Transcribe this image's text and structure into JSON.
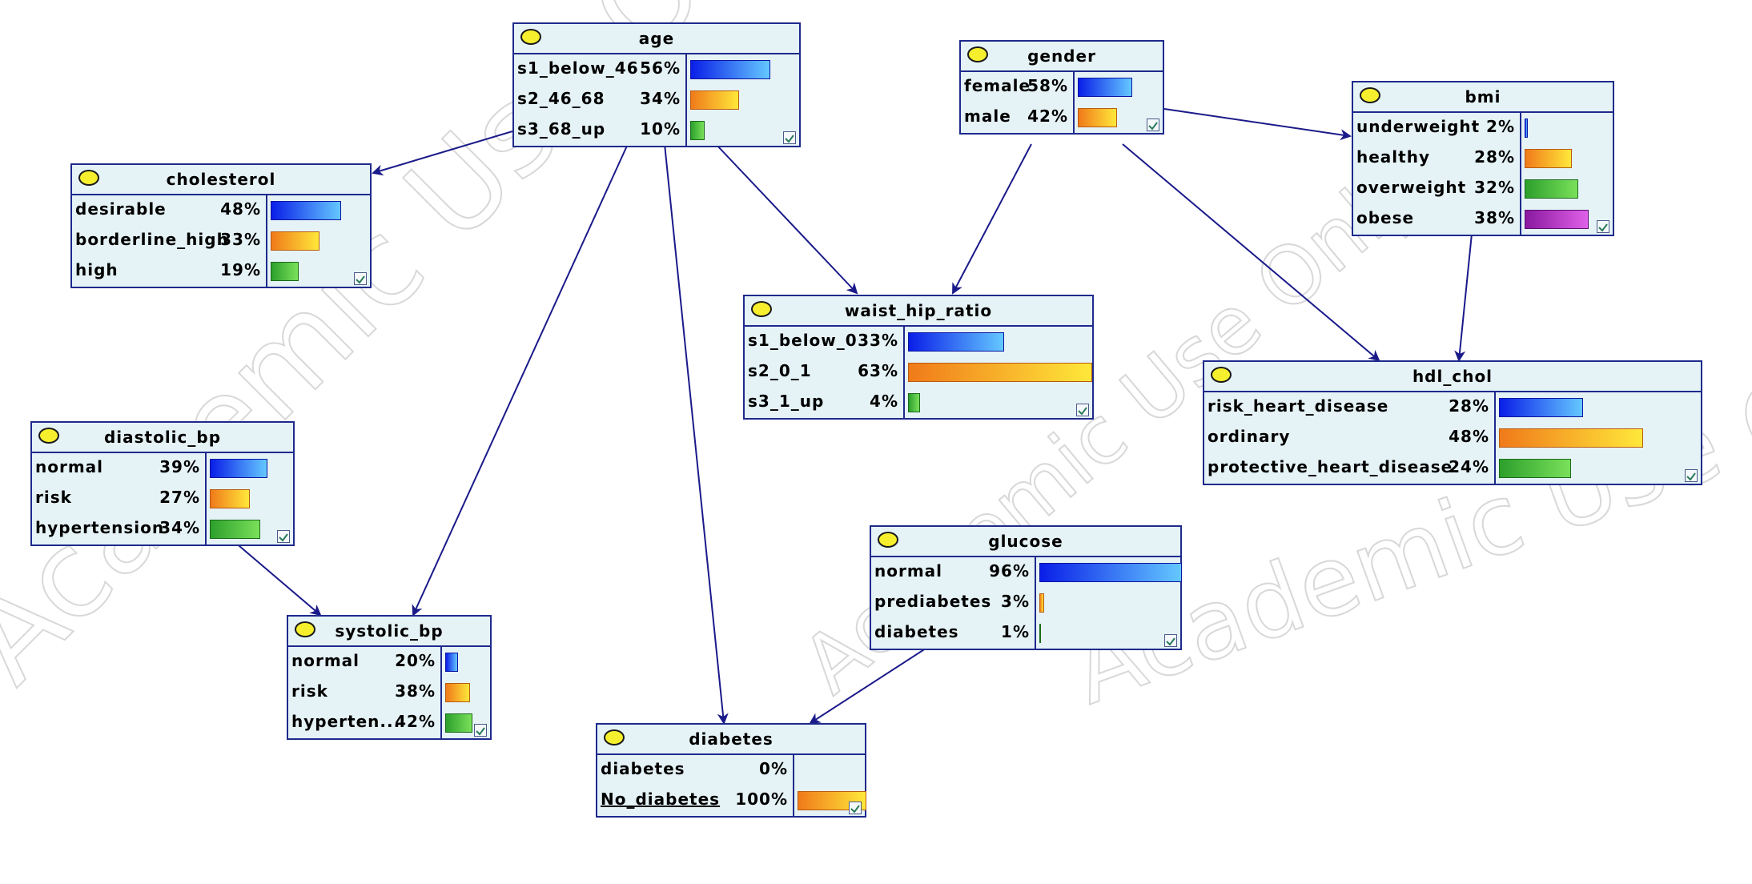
{
  "watermark": "Academic Use Only",
  "nodes": [
    {
      "id": "age",
      "title": "age",
      "states": [
        {
          "label": "s1_below_46",
          "pct": "56%",
          "value": 56,
          "color": "blue"
        },
        {
          "label": "s2_46_68",
          "pct": "34%",
          "value": 34,
          "color": "orange"
        },
        {
          "label": "s3_68_up",
          "pct": "10%",
          "value": 10,
          "color": "green"
        }
      ]
    },
    {
      "id": "gender",
      "title": "gender",
      "states": [
        {
          "label": "female",
          "pct": "58%",
          "value": 58,
          "color": "blue"
        },
        {
          "label": "male",
          "pct": "42%",
          "value": 42,
          "color": "orange"
        }
      ]
    },
    {
      "id": "bmi",
      "title": "bmi",
      "states": [
        {
          "label": "underweight",
          "pct": "2%",
          "value": 2,
          "color": "blue"
        },
        {
          "label": "healthy",
          "pct": "28%",
          "value": 28,
          "color": "orange"
        },
        {
          "label": "overweight",
          "pct": "32%",
          "value": 32,
          "color": "green"
        },
        {
          "label": "obese",
          "pct": "38%",
          "value": 38,
          "color": "purple"
        }
      ]
    },
    {
      "id": "cholesterol",
      "title": "cholesterol",
      "states": [
        {
          "label": "desirable",
          "pct": "48%",
          "value": 48,
          "color": "blue"
        },
        {
          "label": "borderline_high",
          "pct": "33%",
          "value": 33,
          "color": "orange"
        },
        {
          "label": "high",
          "pct": "19%",
          "value": 19,
          "color": "green"
        }
      ]
    },
    {
      "id": "waist_hip_ratio",
      "title": "waist_hip_ratio",
      "states": [
        {
          "label": "s1_below_0",
          "pct": "33%",
          "value": 33,
          "color": "blue"
        },
        {
          "label": "s2_0_1",
          "pct": "63%",
          "value": 63,
          "color": "orange"
        },
        {
          "label": "s3_1_up",
          "pct": "4%",
          "value": 4,
          "color": "green"
        }
      ]
    },
    {
      "id": "hdl_chol",
      "title": "hdl_chol",
      "states": [
        {
          "label": "risk_heart_disease",
          "pct": "28%",
          "value": 28,
          "color": "blue"
        },
        {
          "label": "ordinary",
          "pct": "48%",
          "value": 48,
          "color": "orange"
        },
        {
          "label": "protective_heart_disease",
          "pct": "24%",
          "value": 24,
          "color": "green"
        }
      ]
    },
    {
      "id": "diastolic_bp",
      "title": "diastolic_bp",
      "states": [
        {
          "label": "normal",
          "pct": "39%",
          "value": 39,
          "color": "blue"
        },
        {
          "label": "risk",
          "pct": "27%",
          "value": 27,
          "color": "orange"
        },
        {
          "label": "hypertension",
          "pct": "34%",
          "value": 34,
          "color": "green"
        }
      ]
    },
    {
      "id": "glucose",
      "title": "glucose",
      "states": [
        {
          "label": "normal",
          "pct": "96%",
          "value": 96,
          "color": "blue"
        },
        {
          "label": "prediabetes",
          "pct": "3%",
          "value": 3,
          "color": "orange"
        },
        {
          "label": "diabetes",
          "pct": "1%",
          "value": 1,
          "color": "green"
        }
      ]
    },
    {
      "id": "systolic_bp",
      "title": "systolic_bp",
      "states": [
        {
          "label": "normal",
          "pct": "20%",
          "value": 20,
          "color": "blue"
        },
        {
          "label": "risk",
          "pct": "38%",
          "value": 38,
          "color": "orange"
        },
        {
          "label": "hyperten...",
          "pct": "42%",
          "value": 42,
          "color": "green"
        }
      ]
    },
    {
      "id": "diabetes",
      "title": "diabetes",
      "states": [
        {
          "label": "diabetes",
          "pct": "0%",
          "value": 0,
          "color": "blue"
        },
        {
          "label": "No_diabetes",
          "pct": "100%",
          "value": 100,
          "color": "orange",
          "underline": true
        }
      ]
    }
  ],
  "edges": [
    {
      "from": "age",
      "to": "cholesterol"
    },
    {
      "from": "age",
      "to": "systolic_bp"
    },
    {
      "from": "age",
      "to": "diabetes"
    },
    {
      "from": "age",
      "to": "waist_hip_ratio"
    },
    {
      "from": "gender",
      "to": "waist_hip_ratio"
    },
    {
      "from": "gender",
      "to": "bmi"
    },
    {
      "from": "gender",
      "to": "hdl_chol"
    },
    {
      "from": "bmi",
      "to": "hdl_chol"
    },
    {
      "from": "diastolic_bp",
      "to": "systolic_bp"
    },
    {
      "from": "glucose",
      "to": "diabetes"
    }
  ],
  "colors": {
    "edge": "#1a1a8a",
    "node_border": "#1e2a8c",
    "node_fill": "#e6f3f6"
  }
}
